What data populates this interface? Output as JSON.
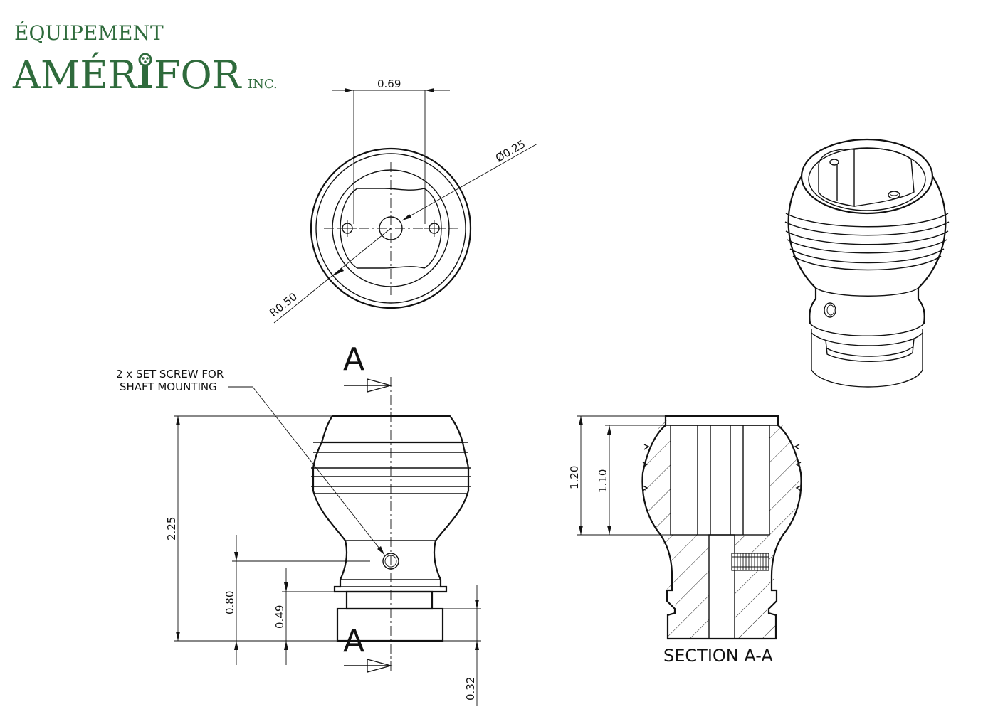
{
  "logo": {
    "line1": "ÉQUIPEMENT",
    "line2_a": "AMÉR",
    "line2_b": "FOR",
    "suffix": "INC.",
    "color": "#2f6b3c"
  },
  "top_view": {
    "dim_width": "0.69",
    "dim_diameter": "Ø0.25",
    "dim_radius": "R0.50"
  },
  "front_view": {
    "section_letter_top": "A",
    "section_letter_bottom": "A",
    "note_line1": "2 x SET SCREW FOR",
    "note_line2": "SHAFT MOUNTING",
    "dim_total_height": "2.25",
    "dim_screw_height": "0.80",
    "dim_neck_height": "0.49",
    "dim_base_height": "0.32"
  },
  "section_view": {
    "title": "SECTION A-A",
    "dim_outer_depth": "1.20",
    "dim_inner_depth": "1.10"
  }
}
